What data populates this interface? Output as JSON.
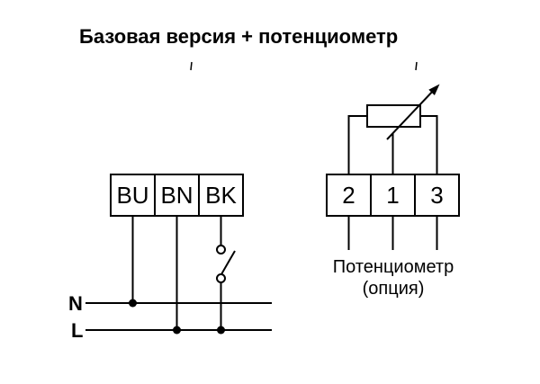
{
  "title": "Базовая версия + потенциометр",
  "left_block": {
    "terminals": [
      "BU",
      "BN",
      "BK"
    ]
  },
  "right_block": {
    "terminals": [
      "2",
      "1",
      "3"
    ]
  },
  "power_rails": {
    "neutral": "N",
    "line": "L"
  },
  "potentiometer_caption": {
    "line1": "Потенциометр",
    "line2": "(опция)"
  },
  "colors": {
    "foreground": "#000000",
    "background": "#ffffff"
  }
}
